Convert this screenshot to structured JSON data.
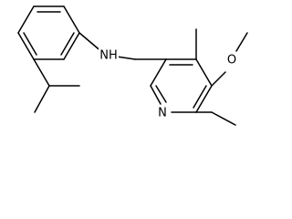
{
  "molecule": {
    "atoms": {
      "amine": "NH",
      "pyridine_nitrogen": "N",
      "ether_oxygen": "O"
    }
  },
  "colors": {
    "bond": "#000000",
    "background": "#ffffff",
    "text": "#000000"
  }
}
